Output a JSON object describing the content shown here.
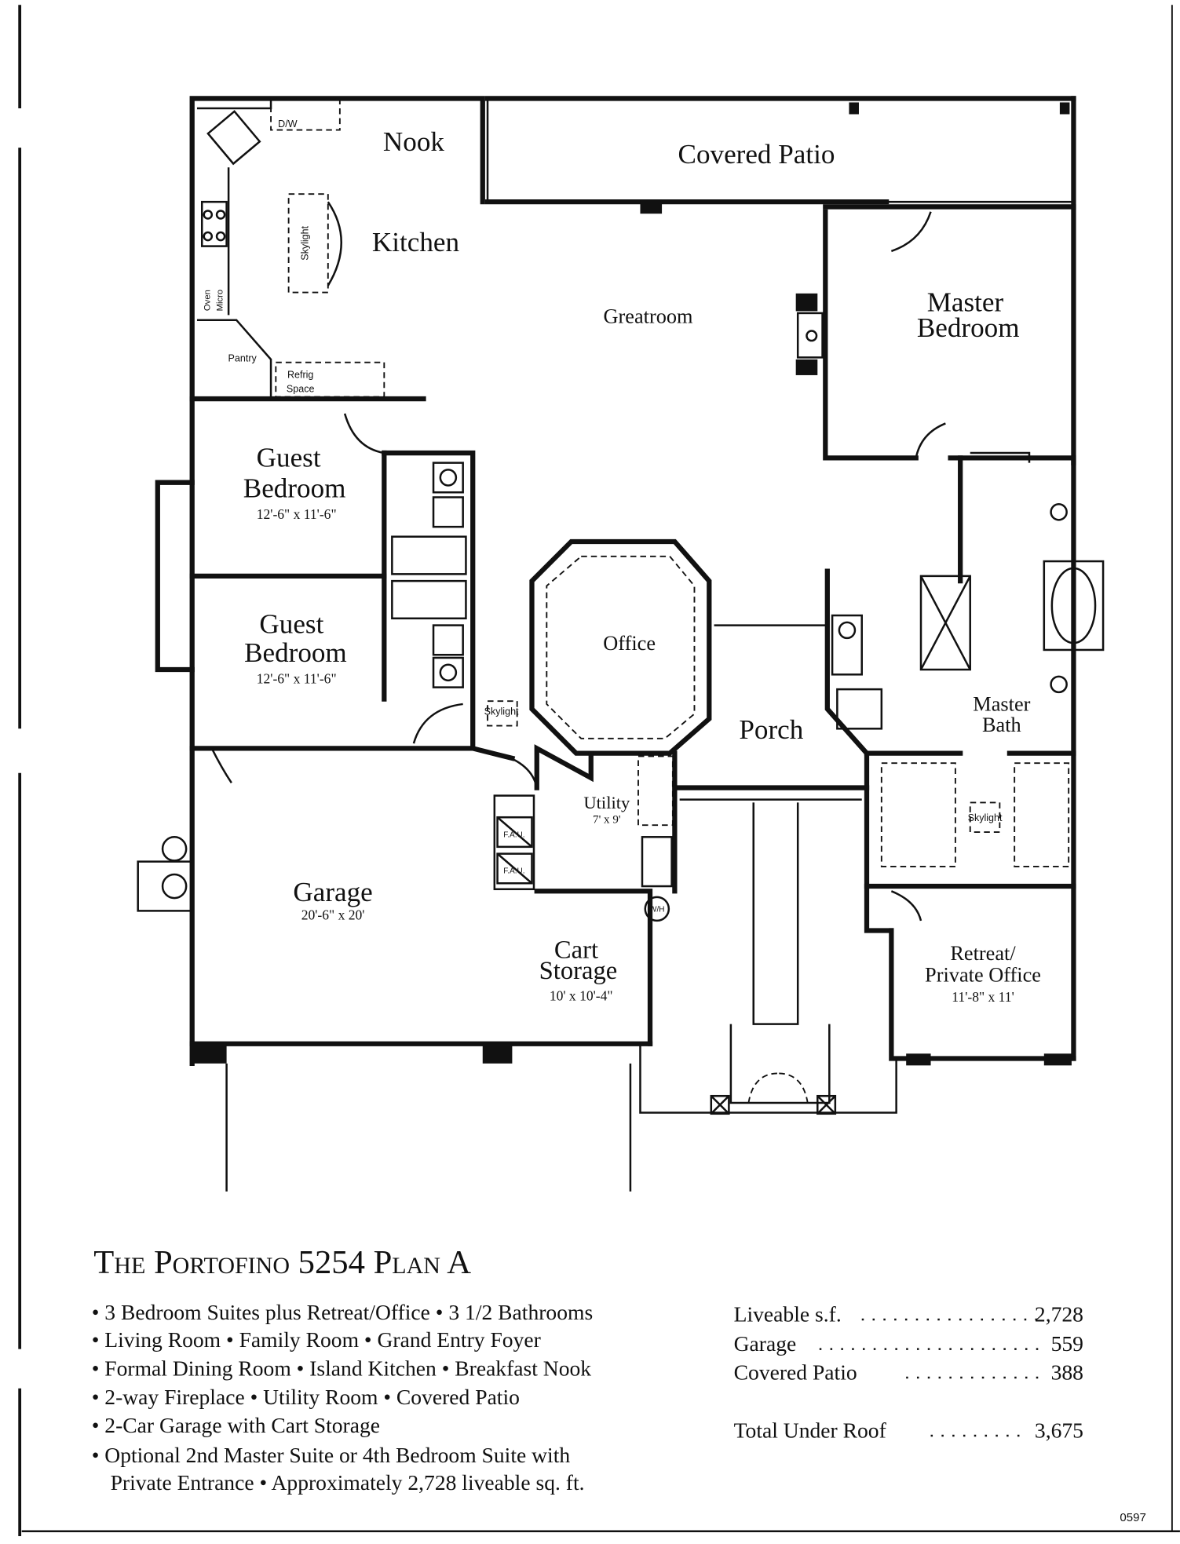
{
  "plan": {
    "rooms": {
      "nook": "Nook",
      "covered_patio": "Covered Patio",
      "kitchen": "Kitchen",
      "greatroom": "Greatroom",
      "master_bedroom": [
        "Master",
        "Bedroom"
      ],
      "guest_bedroom_1": [
        "Guest",
        "Bedroom",
        "12'-6\" x 11'-6\""
      ],
      "guest_bedroom_2": [
        "Guest",
        "Bedroom",
        "12'-6\" x 11'-6\""
      ],
      "office": "Office",
      "porch": "Porch",
      "master_bath": [
        "Master",
        "Bath"
      ],
      "utility": [
        "Utility",
        "7' x 9'"
      ],
      "garage": [
        "Garage",
        "20'-6\" x 20'"
      ],
      "cart_storage": [
        "Cart",
        "Storage",
        "10' x 10'-4\""
      ],
      "retreat": [
        "Retreat/",
        "Private Office",
        "11'-8\" x 11'"
      ]
    },
    "fixtures": {
      "dishwasher": "D/W",
      "pantry": "Pantry",
      "refrig": [
        "Refrig",
        "Space"
      ],
      "skylight": "Skylight",
      "oven": "Oven",
      "micro": "Micro",
      "fau": "F.A.U.",
      "water_heater": "W/H"
    }
  },
  "title": "The Portofino 5254 Plan A",
  "features": [
    "• 3 Bedroom Suites plus Retreat/Office • 3 1/2 Bathrooms",
    "• Living Room • Family Room • Grand Entry Foyer",
    "• Formal Dining Room  • Island Kitchen • Breakfast Nook",
    "• 2-way Fireplace • Utility Room • Covered Patio",
    "• 2-Car Garage with Cart Storage",
    "• Optional 2nd Master Suite or 4th Bedroom Suite with",
    "Private Entrance • Approximately 2,728 liveable sq. ft."
  ],
  "stats": [
    {
      "label": "Liveable s.f.",
      "value": "2,728"
    },
    {
      "label": "Garage",
      "value": "559"
    },
    {
      "label": "Covered Patio",
      "value": "388"
    },
    {
      "label": "Total Under Roof",
      "value": "3,675"
    }
  ],
  "page_code": "0597"
}
